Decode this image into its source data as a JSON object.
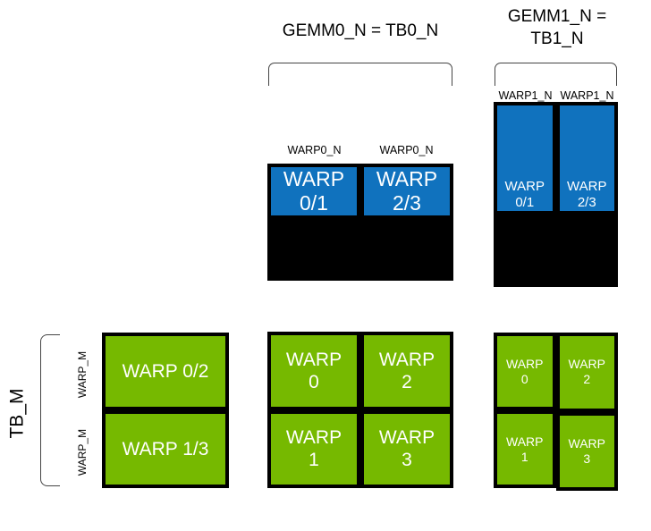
{
  "diagram": {
    "title_gemm0": "GEMM0_N = TB0_N",
    "title_gemm1": "GEMM1_N =\nTB1_N",
    "axis_labels": {
      "tb_m": "TB_M",
      "warp_m_top": "WARP_M",
      "warp_m_bottom": "WARP_M"
    },
    "column_labels": {
      "warp0_n_left": "WARP0_N",
      "warp0_n_right": "WARP0_N",
      "warp1_n_left": "WARP1_N",
      "warp1_n_right": "WARP1_N"
    },
    "colors": {
      "blue": "#1072be",
      "green": "#76b900",
      "border": "#000000",
      "text_on_block": "#ffffff",
      "background": "#ffffff"
    },
    "blocks": {
      "blue_middle": {
        "color": "blue",
        "cells": [
          {
            "label": "WARP\n0/1"
          },
          {
            "label": "WARP\n2/3"
          }
        ]
      },
      "blue_right": {
        "color": "blue",
        "cells": [
          {
            "label": "WARP\n0/1"
          },
          {
            "label": "WARP\n2/3"
          }
        ]
      },
      "green_left": {
        "color": "green",
        "cells": [
          {
            "label": "WARP 0/2"
          },
          {
            "label": "WARP 1/3"
          }
        ]
      },
      "green_middle": {
        "color": "green",
        "columns": [
          {
            "cells": [
              {
                "label": "WARP\n0"
              },
              {
                "label": "WARP\n1"
              }
            ]
          },
          {
            "cells": [
              {
                "label": "WARP\n2"
              },
              {
                "label": "WARP\n3"
              }
            ]
          }
        ]
      },
      "green_right": {
        "color": "green",
        "columns": [
          {
            "cells": [
              {
                "label": "WARP\n0"
              },
              {
                "label": "WARP\n1"
              }
            ]
          },
          {
            "cells": [
              {
                "label": "WARP\n2"
              },
              {
                "label": "WARP\n3"
              }
            ]
          }
        ]
      }
    }
  }
}
